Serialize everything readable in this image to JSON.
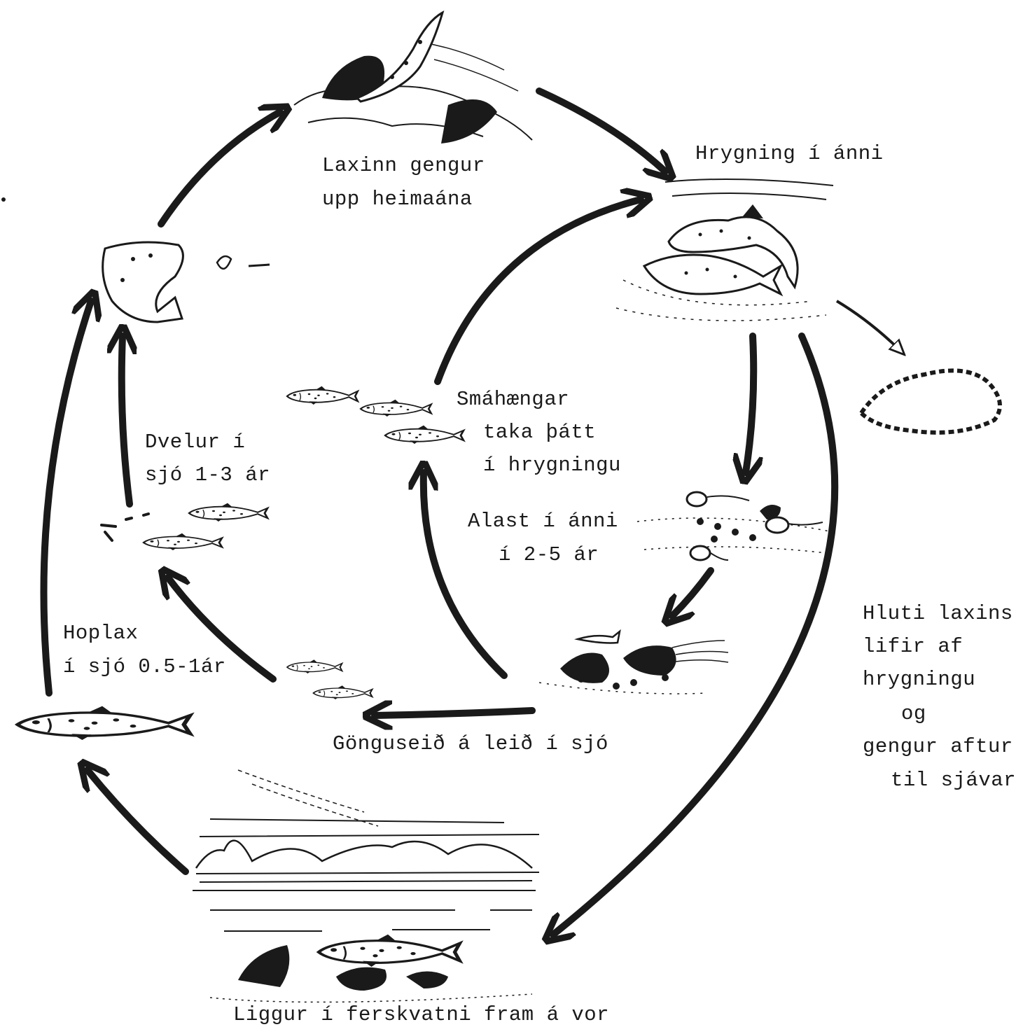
{
  "labels": {
    "upstream": [
      "Laxinn gengur",
      "upp heimaána"
    ],
    "spawning": [
      "Hrygning í ánni"
    ],
    "grilse_spawn": [
      "Smáhængar",
      "taka þátt",
      "í hrygningu"
    ],
    "sea_stay": [
      "Dvelur í",
      "sjó 1-3 ár"
    ],
    "river_rearing": [
      "Alast í ánni",
      "í 2-5 ár"
    ],
    "grilse": [
      "Hoplax",
      "í sjó 0.5-1ár"
    ],
    "smolts": [
      "Gönguseið á leið í sjó"
    ],
    "survivors": [
      "Hluti laxins",
      "lifir af",
      "hrygningu",
      "og",
      "gengur aftur",
      "til sjávar"
    ],
    "overwinter": [
      "Liggur í ferskvatni fram á vor"
    ]
  },
  "colors": {
    "ink": "#1a1a1a",
    "paper": "#ffffff"
  }
}
